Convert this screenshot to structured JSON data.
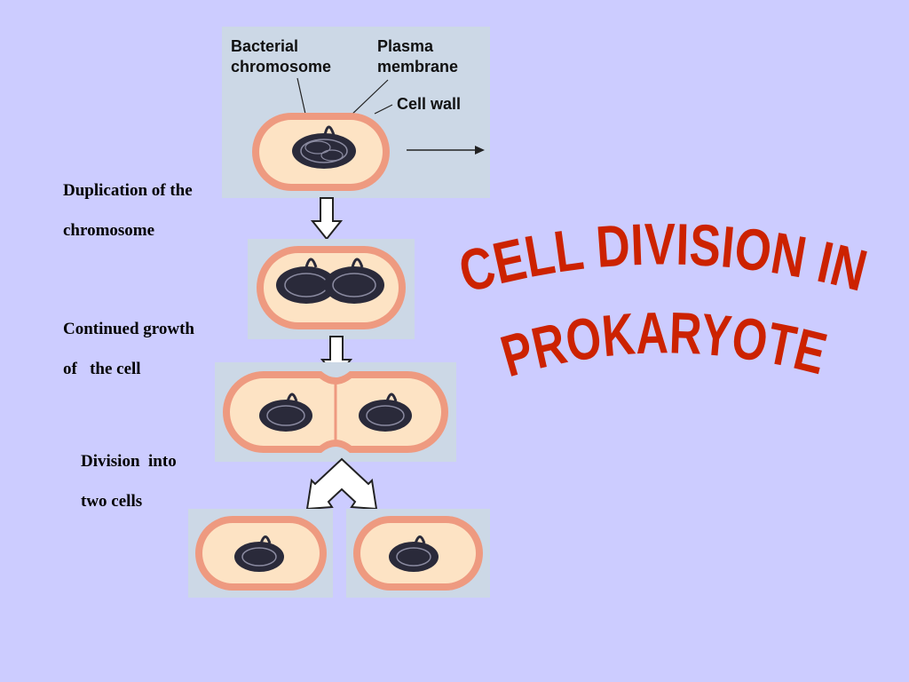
{
  "labels": {
    "bacterial": [
      "Bacterial",
      "chromosome"
    ],
    "plasma": [
      "Plasma",
      "membrane"
    ],
    "cell_wall": "Cell wall"
  },
  "stages": [
    {
      "line1": "Duplication of the",
      "line2": "chromosome"
    },
    {
      "line1": "Continued growth",
      "line2": "of   the cell"
    },
    {
      "line1": "Division  into",
      "line2": "two cells"
    }
  ],
  "title": {
    "line1": "CELL DIVISION IN",
    "line2": "PROKARYOTE"
  },
  "colors": {
    "background": "#ccccff",
    "panel": "#ccd8e6",
    "cell_wall": "#ee9a80",
    "cytoplasm": "#fde3c4",
    "chromosome": "#2a2a3a",
    "title": "#cc2200"
  }
}
